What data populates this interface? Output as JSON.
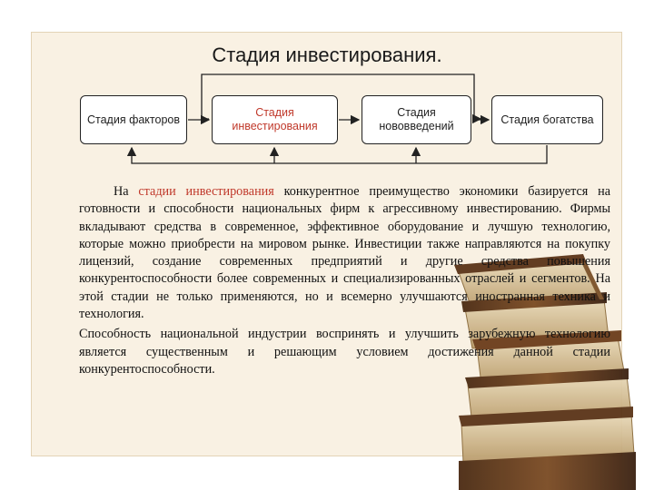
{
  "title": "Стадия инвестирования.",
  "stages": [
    {
      "label": "Стадия факторов"
    },
    {
      "label": "Стадия инвестирования"
    },
    {
      "label": "Стадия нововведений"
    },
    {
      "label": "Стадия богатства"
    }
  ],
  "colors": {
    "highlight": "#c0392b",
    "frame_bg": "#f9f1e3"
  },
  "paragraph1": {
    "prefix": "На ",
    "highlight": "стадии инвестирования",
    "rest": " конкурентное преимущество экономики базируется на готовности и способности национальных фирм к агрессивному инвестированию. Фирмы вкладывают средства в современное, эффективное оборудование и лучшую технологию, которые можно приобрести на мировом рынке. Инвестиции также направляются на покупку лицензий, создание современных предприятий и другие средства повышения конкурентоспособности более современных и специализированных отраслей и сегментов. На этой стадии не только применяются, но и всемерно улучшаются иностранная техника и технология."
  },
  "paragraph2": "Способность национальной индустрии воспринять и улучшить зарубежную технологию является существенным и решающим условием достижения данной стадии конкурентоспособности."
}
